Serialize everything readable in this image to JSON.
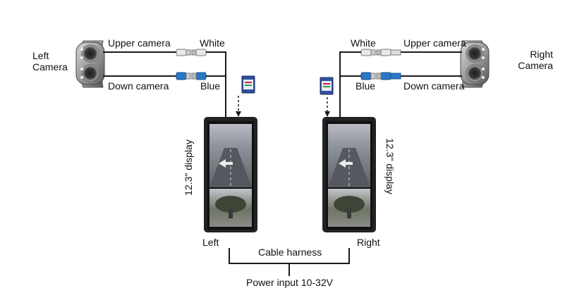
{
  "left": {
    "camera_label_line1": "Left",
    "camera_label_line2": "Camera",
    "upper_camera": "Upper camera",
    "down_camera": "Down camera",
    "upper_wire": "White",
    "down_wire": "Blue",
    "display_label": "12.3\" display",
    "monitor_label": "Left"
  },
  "right": {
    "camera_label_line1": "Right",
    "camera_label_line2": "Camera",
    "upper_camera": "Upper camera",
    "down_camera": "Down camera",
    "upper_wire": "White",
    "down_wire": "Blue",
    "display_label": "12.3\" display",
    "monitor_label": "Right"
  },
  "cable_harness": "Cable harness",
  "power_input": "Power input 10-32V",
  "colors": {
    "line": "#1a1a1a",
    "white_connector": "#e8e8e8",
    "blue_connector": "#2a78c8",
    "monitor_frame": "#222222",
    "road": "#7d8088",
    "sky": "#c9ccd2",
    "tree": "#3f4638"
  }
}
